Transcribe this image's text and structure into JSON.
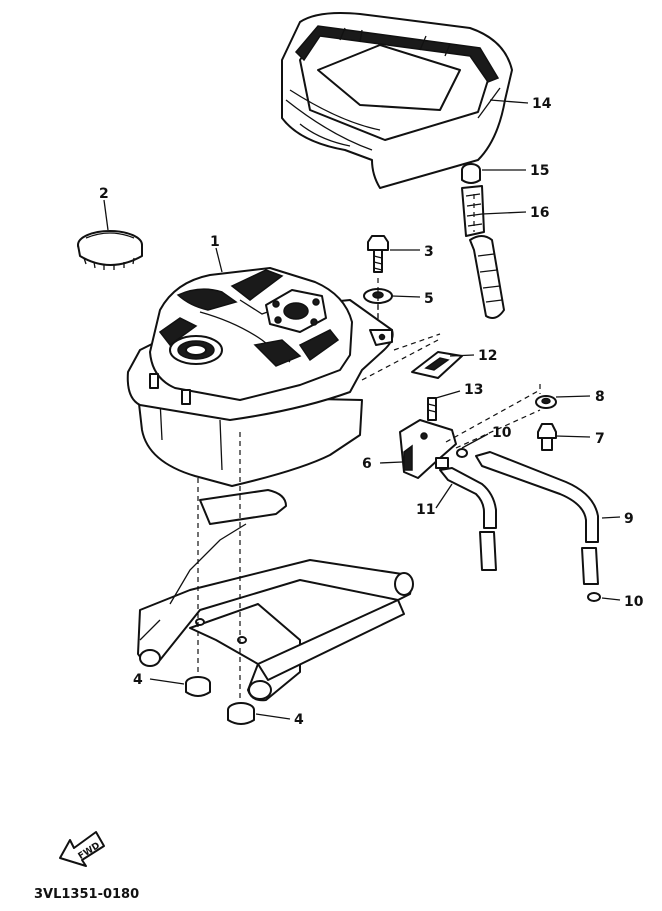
{
  "diagram": {
    "callouts": [
      {
        "id": "c1",
        "text": "1"
      },
      {
        "id": "c2",
        "text": "2"
      },
      {
        "id": "c3",
        "text": "3"
      },
      {
        "id": "c4a",
        "text": "4"
      },
      {
        "id": "c4b",
        "text": "4"
      },
      {
        "id": "c5",
        "text": "5"
      },
      {
        "id": "c6",
        "text": "6"
      },
      {
        "id": "c7",
        "text": "7"
      },
      {
        "id": "c8",
        "text": "8"
      },
      {
        "id": "c9",
        "text": "9"
      },
      {
        "id": "c10a",
        "text": "10"
      },
      {
        "id": "c10b",
        "text": "10"
      },
      {
        "id": "c11",
        "text": "11"
      },
      {
        "id": "c12",
        "text": "12"
      },
      {
        "id": "c13",
        "text": "13"
      },
      {
        "id": "c14",
        "text": "14"
      },
      {
        "id": "c15",
        "text": "15"
      },
      {
        "id": "c16",
        "text": "16"
      }
    ],
    "fwd_marker": "FWD",
    "diagram_code": "3VL1351-0180"
  }
}
